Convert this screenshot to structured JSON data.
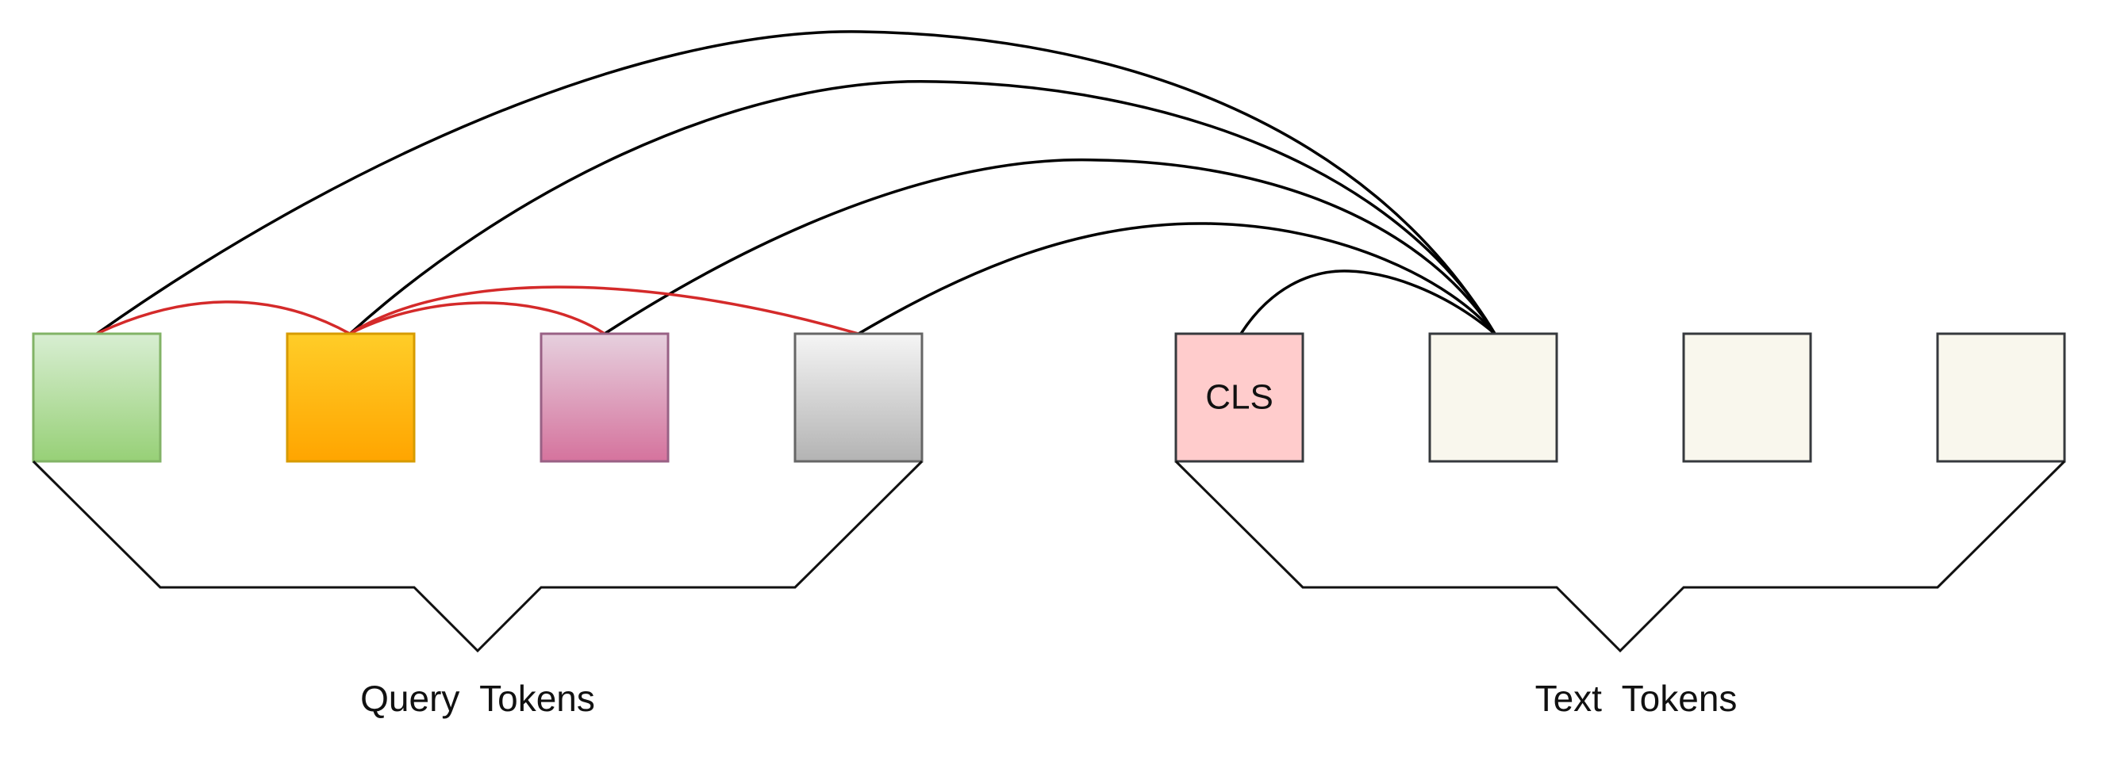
{
  "colors": {
    "attention_black": "#000000",
    "attention_red": "#d42a2a",
    "bracket": "#111111"
  },
  "query_tokens": {
    "label": "Query  Tokens",
    "tokens": [
      {
        "fill_top": "#d8eed2",
        "fill_bottom": "#97d077",
        "stroke": "#82b366"
      },
      {
        "fill_top": "#ffcd28",
        "fill_bottom": "#ffa500",
        "stroke": "#d79b00"
      },
      {
        "fill_top": "#e6d0de",
        "fill_bottom": "#d5739d",
        "stroke": "#996185"
      },
      {
        "fill_top": "#f5f5f5",
        "fill_bottom": "#b3b3b3",
        "stroke": "#666666"
      }
    ]
  },
  "text_tokens": {
    "label": "Text  Tokens",
    "tokens": [
      {
        "label": "CLS",
        "fill": "#ffcccc",
        "stroke": "#36393d"
      },
      {
        "label": "",
        "fill": "#f9f7ed",
        "stroke": "#36393d"
      },
      {
        "label": "",
        "fill": "#f9f7ed",
        "stroke": "#36393d"
      },
      {
        "label": "",
        "fill": "#f9f7ed",
        "stroke": "#36393d"
      }
    ]
  }
}
